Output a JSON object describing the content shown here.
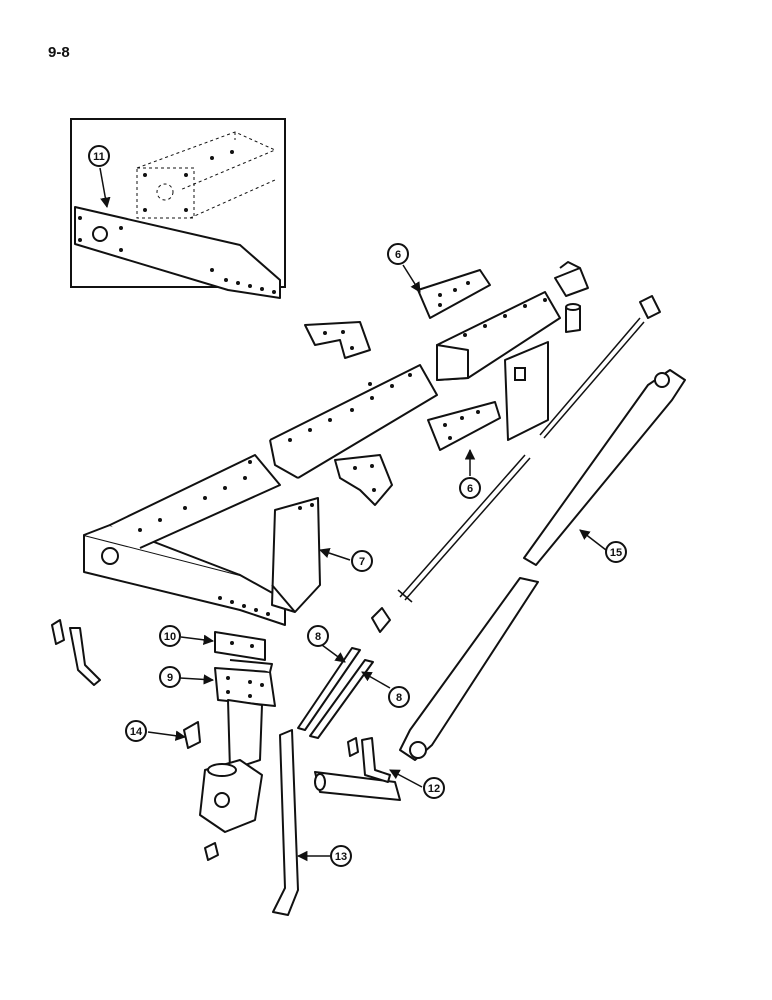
{
  "page": {
    "number": "9-8"
  },
  "callouts": [
    {
      "id": "6a",
      "label": "6"
    },
    {
      "id": "6b",
      "label": "6"
    },
    {
      "id": "7",
      "label": "7"
    },
    {
      "id": "8a",
      "label": "8"
    },
    {
      "id": "8b",
      "label": "8"
    },
    {
      "id": "9",
      "label": "9"
    },
    {
      "id": "10",
      "label": "10"
    },
    {
      "id": "11",
      "label": "11"
    },
    {
      "id": "12",
      "label": "12"
    },
    {
      "id": "13",
      "label": "13"
    },
    {
      "id": "14",
      "label": "14"
    },
    {
      "id": "15",
      "label": "15"
    }
  ],
  "colors": {
    "ink": "#111111",
    "paper": "#ffffff"
  }
}
